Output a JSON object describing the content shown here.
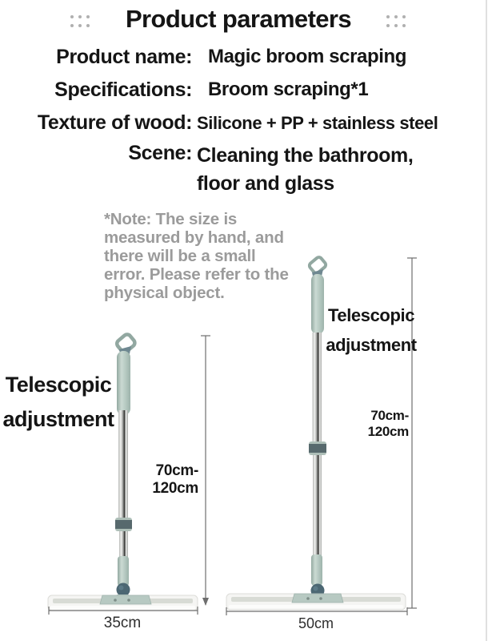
{
  "header": {
    "title": "Product parameters",
    "left_dots_icon": "dots-grid",
    "right_dots_icon": "dots-grid"
  },
  "specs": [
    {
      "label": "Product name:",
      "value": "Magic broom scraping"
    },
    {
      "label": "Specifications:",
      "value": "Broom scraping*1"
    },
    {
      "label": "Texture of wood:",
      "value": "Silicone + PP + stainless steel"
    },
    {
      "label": "Scene:",
      "value": "Cleaning the bathroom,\nfloor and glass"
    }
  ],
  "note": {
    "text": "*Note: The size is\nmeasured by hand, and\nthere will be a small\nerror. Please refer to the\nphysical object."
  },
  "brooms": {
    "left": {
      "telescopic": "Telescopic\nadjustment",
      "length_range": "70cm-120cm",
      "head_width": "35cm"
    },
    "right": {
      "telescopic": "Telescopic\nadjustment",
      "length_range": "70cm-120cm",
      "head_width": "50cm"
    }
  },
  "colors": {
    "text-black": "#151515",
    "note-gray": "#9b9b9b",
    "dot-gray": "#b0b0b0",
    "measure-line": "#6e6e6e",
    "handle-sage": "#b3c6bf",
    "joint-slate": "#4c6773",
    "pole-silver": "#ededeb",
    "pole-dark": "#2b2b29",
    "head-white": "#f5f5f3",
    "head-stripe": "#d8dbd5",
    "edge-line": "#e0e0e0"
  }
}
